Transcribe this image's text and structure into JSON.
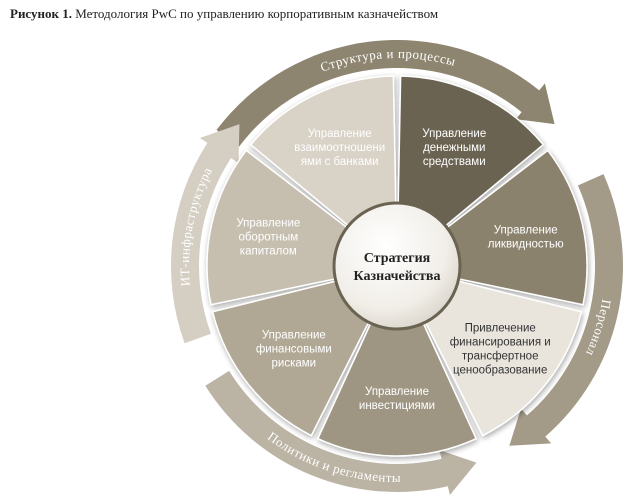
{
  "caption": {
    "label": "Рисунок 1.",
    "text": "Методология PwC по управлению корпоративным казначейством"
  },
  "center": {
    "lines": [
      "Стратегия",
      "Казначейства"
    ]
  },
  "segments": [
    {
      "lines": [
        "Управление",
        "денежными",
        "средствами"
      ],
      "fill": "#6b6351",
      "text_color": "#ffffff"
    },
    {
      "lines": [
        "Управление",
        "ликвидностью"
      ],
      "fill": "#8b826d",
      "text_color": "#ffffff"
    },
    {
      "lines": [
        "Привлечение",
        "финансирования и",
        "трансфертное",
        "ценообразование"
      ],
      "fill": "#e9e5dd",
      "text_color": "#333333"
    },
    {
      "lines": [
        "Управление",
        "инвестициями"
      ],
      "fill": "#9e9683",
      "text_color": "#ffffff"
    },
    {
      "lines": [
        "Управление",
        "финансовыми",
        "рисками"
      ],
      "fill": "#b0a895",
      "text_color": "#ffffff"
    },
    {
      "lines": [
        "Управление",
        "оборотным",
        "капиталом"
      ],
      "fill": "#c6bfb0",
      "text_color": "#ffffff"
    },
    {
      "lines": [
        "Управление",
        "взаимоотношени",
        "ями с банками"
      ],
      "fill": "#d8d2c7",
      "text_color": "#ffffff"
    }
  ],
  "outer_arcs": [
    {
      "label": "Структура и процессы",
      "fill": "#8d856f"
    },
    {
      "label": "Персонал",
      "fill": "#a39b87"
    },
    {
      "label": "Политики и регламенты",
      "fill": "#bbb4a4"
    },
    {
      "label": "ИТ-инфраструктура",
      "fill": "#d4cec3"
    }
  ]
}
